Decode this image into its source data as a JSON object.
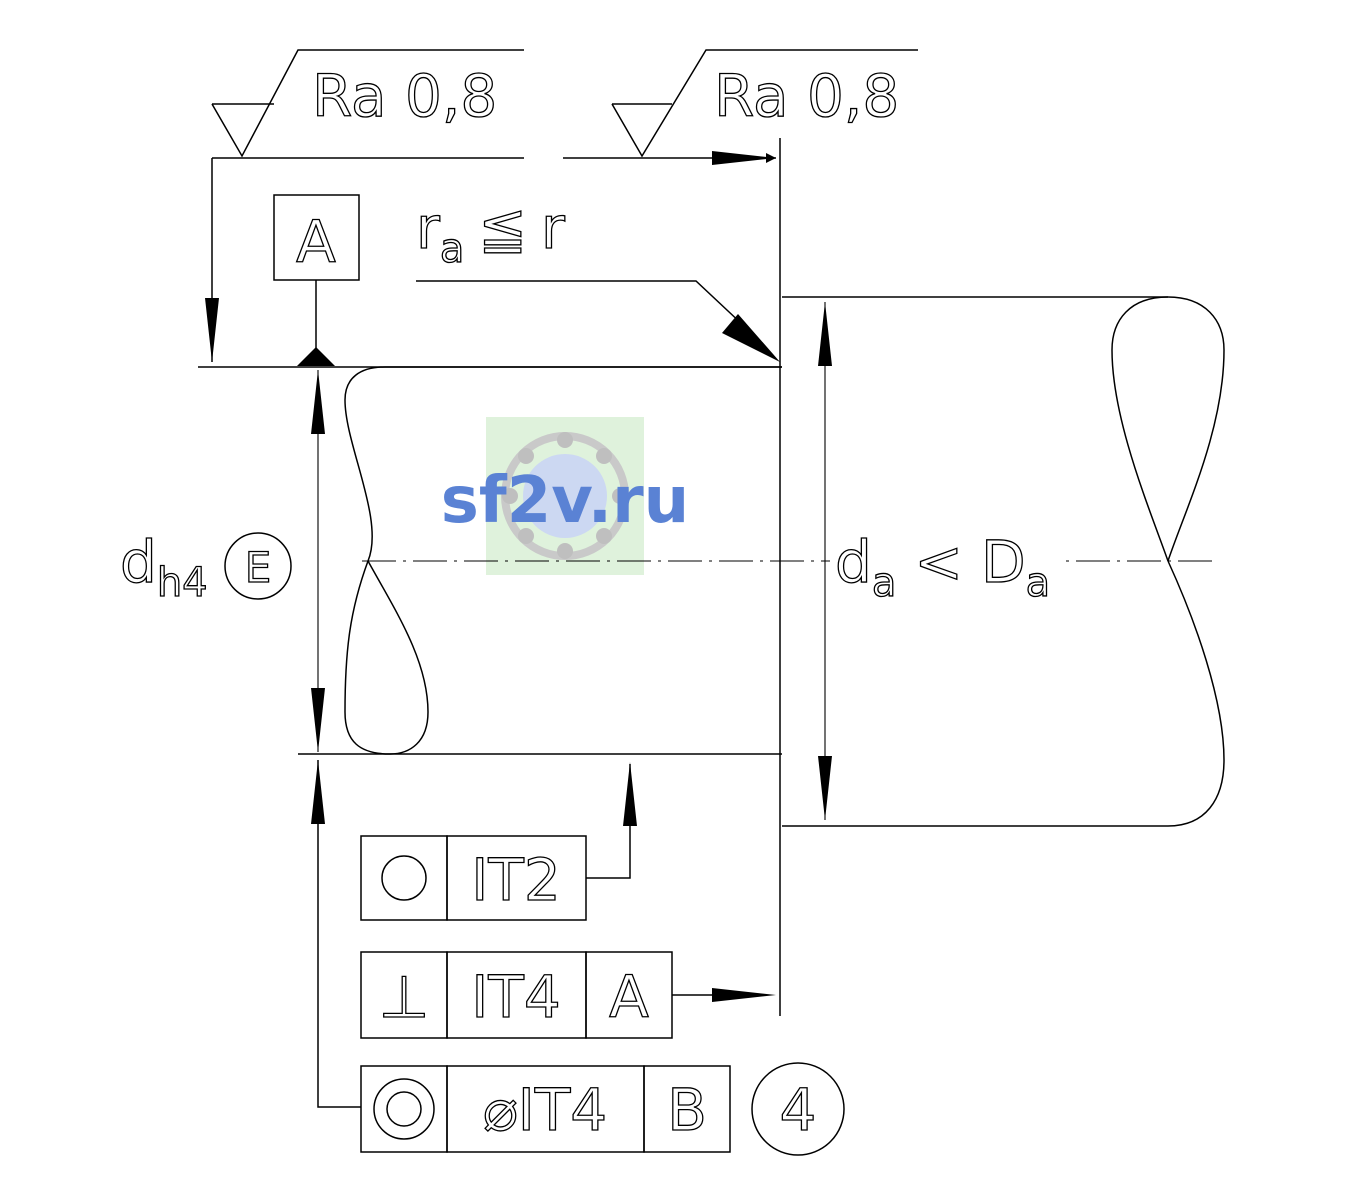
{
  "surface": {
    "roughness_left": "Ra 0,8",
    "roughness_right": "Ra 0,8"
  },
  "datum": {
    "label": "A"
  },
  "fillet": {
    "r": "r",
    "sub": "a",
    "op": "≦",
    "r2": "r"
  },
  "dims": {
    "shaft": {
      "d": "d",
      "sub": "h4",
      "envelope": "E"
    },
    "shoulder": {
      "d": "d",
      "sub": "a",
      "op": "<",
      "D": "D",
      "sub2": "a"
    }
  },
  "frames": {
    "roundness": {
      "tolerance": "IT2",
      "symbol_icon": "circularity-icon"
    },
    "perpendicularity": {
      "symbol": "⊥",
      "tolerance": "IT4",
      "datum": "A"
    },
    "coaxiality": {
      "tolerance": "⌀IT4",
      "datum": "B",
      "symbol_icon": "concentricity-icon"
    }
  },
  "balloon": {
    "label": "4"
  },
  "watermark": {
    "text": "sf2v.ru",
    "bg": "#dff2dc",
    "text_color": "#5a82d4"
  }
}
